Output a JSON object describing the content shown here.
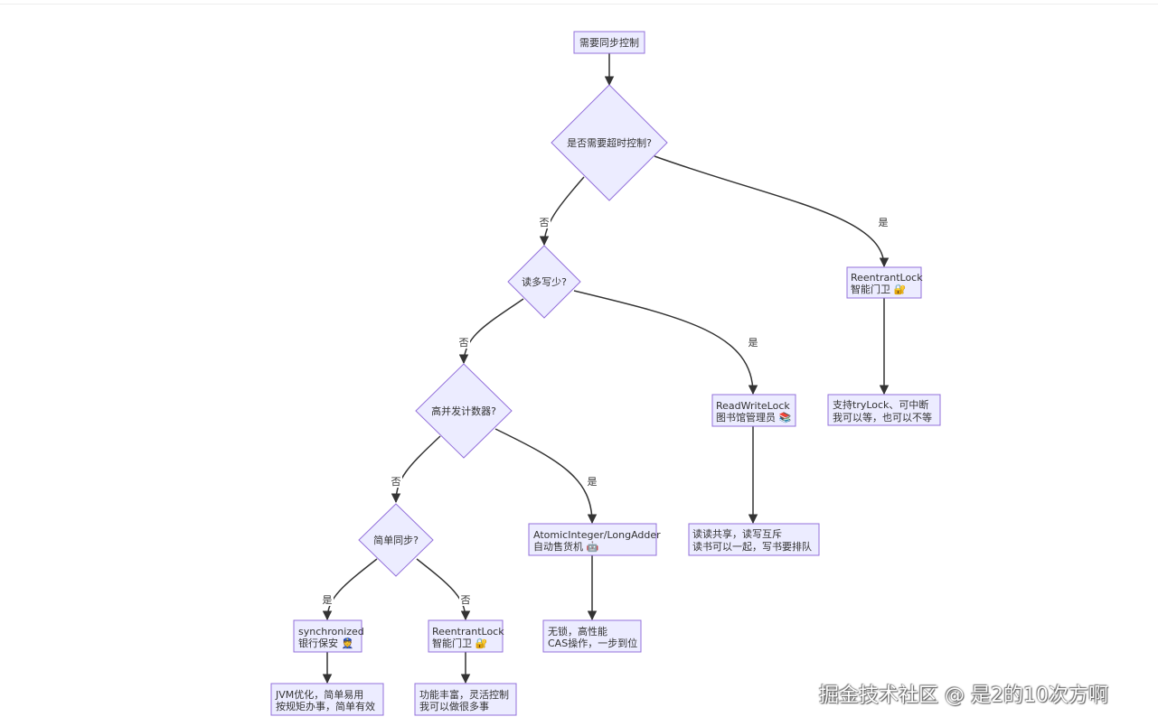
{
  "nodes": {
    "start": {
      "lines": [
        "需要同步控制"
      ]
    },
    "q_timeout": {
      "lines": [
        "是否需要超时控制?"
      ]
    },
    "q_read_heavy": {
      "lines": [
        "读多写少?"
      ]
    },
    "q_counter": {
      "lines": [
        "高并发计数器?"
      ]
    },
    "q_simple": {
      "lines": [
        "简单同步?"
      ]
    },
    "reentrant_top": {
      "lines": [
        "ReentrantLock",
        "智能门卫 🔐"
      ]
    },
    "reentrant_top_desc": {
      "lines": [
        "支持tryLock、可中断",
        "我可以等，也可以不等"
      ]
    },
    "rwlock": {
      "lines": [
        "ReadWriteLock",
        "图书馆管理员 📚"
      ]
    },
    "rwlock_desc": {
      "lines": [
        "读读共享，读写互斥",
        "读书可以一起，写书要排队"
      ]
    },
    "atomic": {
      "lines": [
        "AtomicInteger/LongAdder",
        "自动售货机 🤖"
      ]
    },
    "atomic_desc": {
      "lines": [
        "无锁，高性能",
        "CAS操作，一步到位"
      ]
    },
    "sync": {
      "lines": [
        "synchronized",
        "银行保安 👮"
      ]
    },
    "sync_desc": {
      "lines": [
        "JVM优化，简单易用",
        "按规矩办事，简单有效"
      ]
    },
    "reentrant_bottom": {
      "lines": [
        "ReentrantLock",
        "智能门卫 🔐"
      ]
    },
    "reentrant_bottom_desc": {
      "lines": [
        "功能丰富，灵活控制",
        "我可以做很多事"
      ]
    }
  },
  "edge_labels": {
    "yes": "是",
    "no": "否"
  },
  "watermark": "掘金技术社区 @ 是2的10次方啊"
}
